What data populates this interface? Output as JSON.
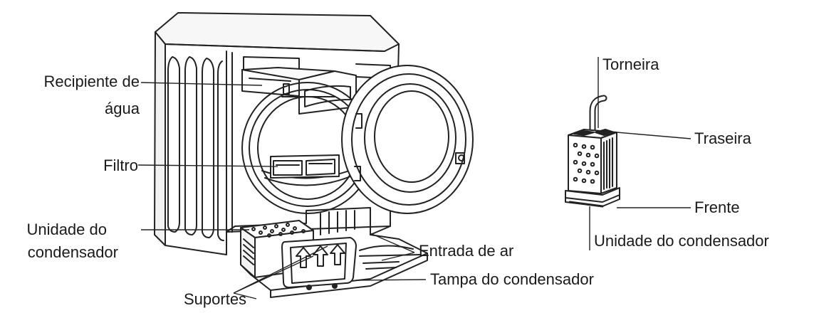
{
  "labels": {
    "water_container_l1": "Recipiente de",
    "water_container_l2": "água",
    "filter": "Filtro",
    "condenser_unit_l1": "Unidade do",
    "condenser_unit_l2": "condensador",
    "supports": "Suportes",
    "air_inlet": "Entrada de ar",
    "condenser_cover": "Tampa do condensador",
    "tap": "Torneira",
    "rear": "Traseira",
    "front": "Frente",
    "condenser_unit_detail": "Unidade do condensador"
  }
}
